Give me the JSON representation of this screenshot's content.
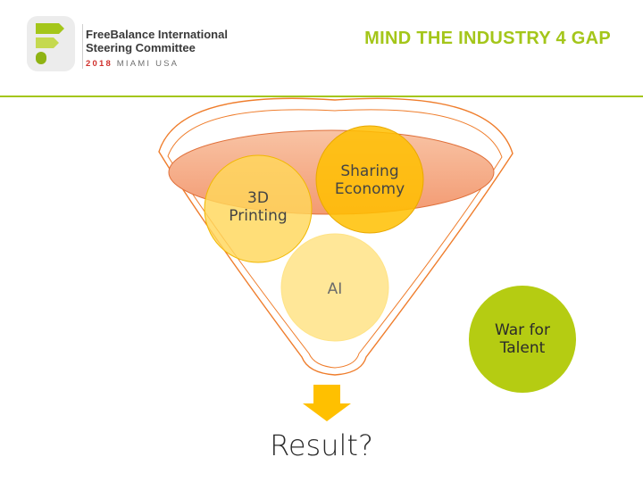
{
  "header": {
    "brand_line1": "FreeBalance International",
    "brand_line2": "Steering Committee",
    "brand_year": "2018",
    "brand_location": "MIAMI USA",
    "slide_title": "MIND THE INDUSTRY 4 GAP"
  },
  "diagram": {
    "circles": {
      "printing": {
        "line1": "3D",
        "line2": "Printing"
      },
      "sharing": {
        "line1": "Sharing",
        "line2": "Economy"
      },
      "ai": {
        "label": "AI"
      },
      "talent": {
        "line1": "War for",
        "line2": "Talent"
      }
    },
    "result": "Result?"
  },
  "colors": {
    "accent_green": "#a4c61a",
    "funnel_outline": "#ef7d2c",
    "funnel_top_fill": "#f4a37a",
    "circle_light": "#ffe386",
    "circle_bright": "#ffc000",
    "arrow": "#ffc000"
  }
}
